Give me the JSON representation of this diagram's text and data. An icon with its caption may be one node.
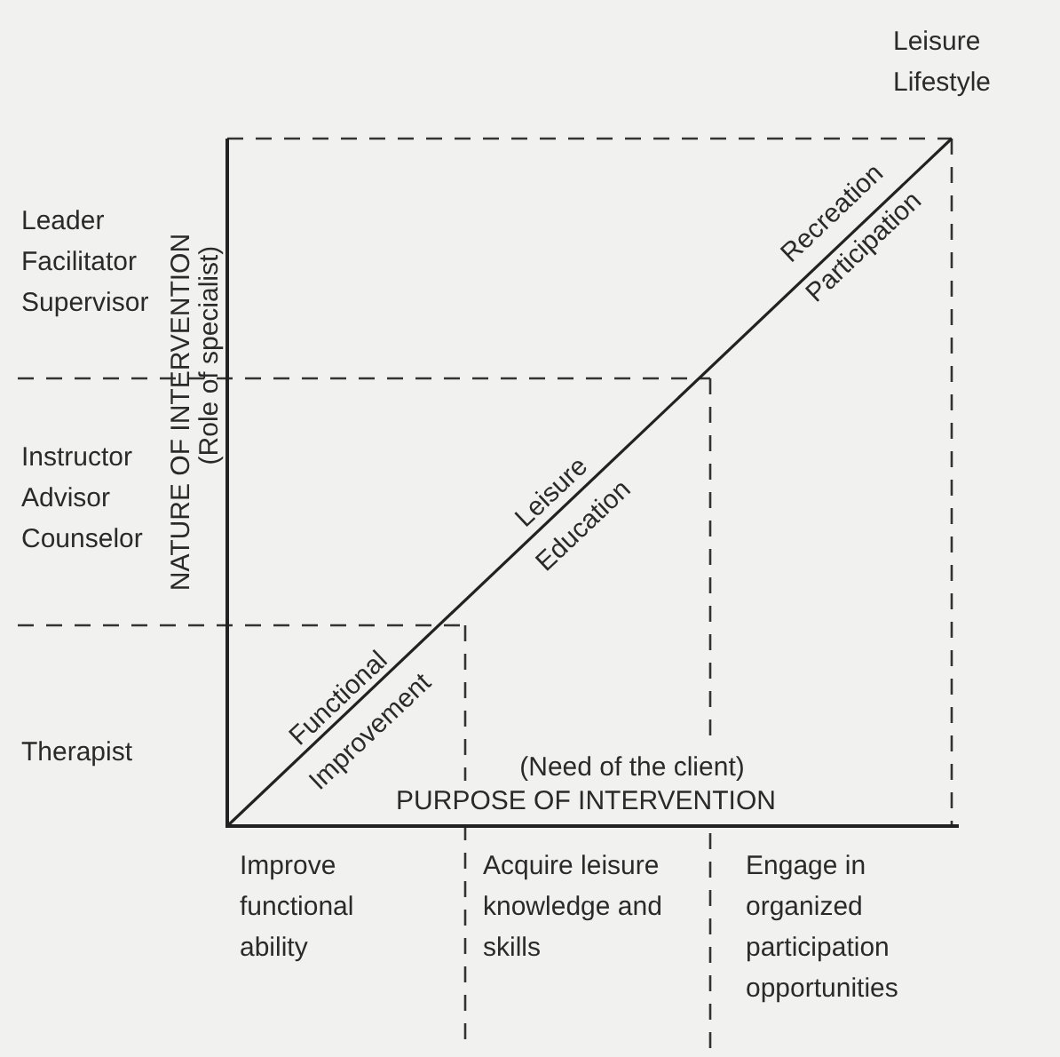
{
  "diagram": {
    "labels": [
      "Leisure Lifestyle",
      "Leader Facilitator Supervisor",
      "NATURE OF INTERVENTION",
      "(Role of specialist)",
      "Recreation Participation",
      "Instructor Advisor Counselor",
      "Leisure Education",
      "Therapist",
      "Functional Improvement",
      "(Need of the client)",
      "PURPOSE OF INTERVENTION",
      "Improve functional ability",
      "Acquire leisure knowledge and skills",
      "Engage in organized participation opportunities"
    ]
  }
}
